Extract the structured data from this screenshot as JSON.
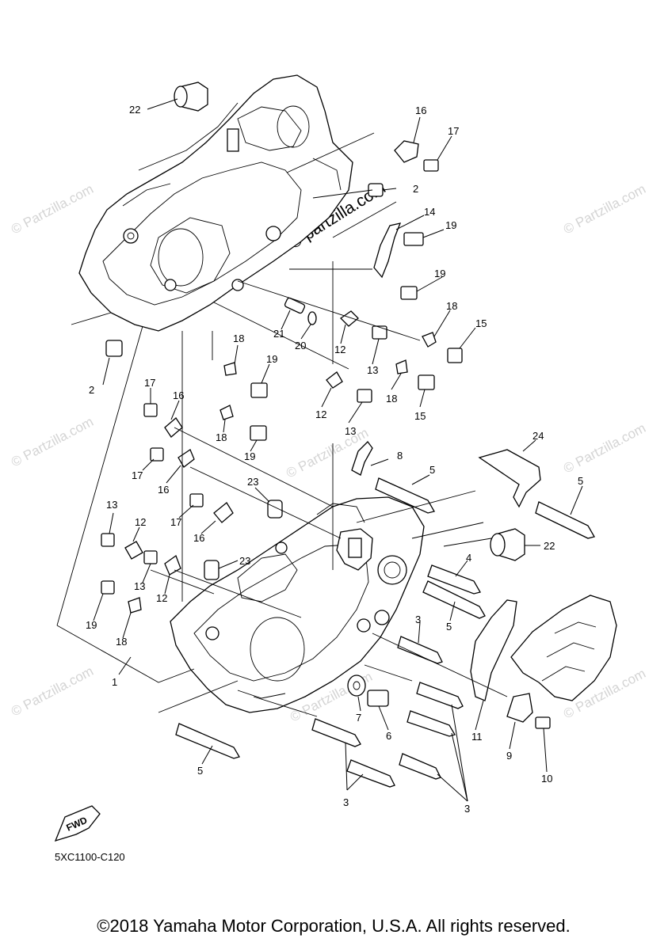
{
  "watermark": {
    "text": "© Partzilla.com",
    "center_text": "© partzilla.com"
  },
  "reference_code": "5XC1100-C120",
  "fwd_label": "FWD",
  "copyright": "©2018 Yamaha Motor Corporation, U.S.A. All rights reserved.",
  "callouts": {
    "c22a": "22",
    "c16a": "16",
    "c17a": "17",
    "c2a": "2",
    "c14": "14",
    "c19a": "19",
    "c19b": "19",
    "c18a": "18",
    "c15a": "15",
    "c21": "21",
    "c20": "20",
    "c12a": "12",
    "c13a": "13",
    "c2b": "2",
    "c18b": "18",
    "c19c": "19",
    "c18c": "18",
    "c15b": "15",
    "c12b": "12",
    "c13b": "13",
    "c17b": "17",
    "c16b": "16",
    "c18d": "18",
    "c19d": "19",
    "c17c": "17",
    "c16c": "16",
    "c8": "8",
    "c5a": "5",
    "c24": "24",
    "c5b": "5",
    "c23a": "23",
    "c17d": "17",
    "c16d": "16",
    "c13c": "13",
    "c12c": "12",
    "c22b": "22",
    "c4": "4",
    "c13d": "13",
    "c12d": "12",
    "c23b": "23",
    "c5c": "5",
    "c19e": "19",
    "c18e": "18",
    "c3a": "3",
    "c1": "1",
    "c11": "11",
    "c7": "7",
    "c6": "6",
    "c9": "9",
    "c10": "10",
    "c5d": "5",
    "c3b": "3",
    "c3c": "3"
  }
}
